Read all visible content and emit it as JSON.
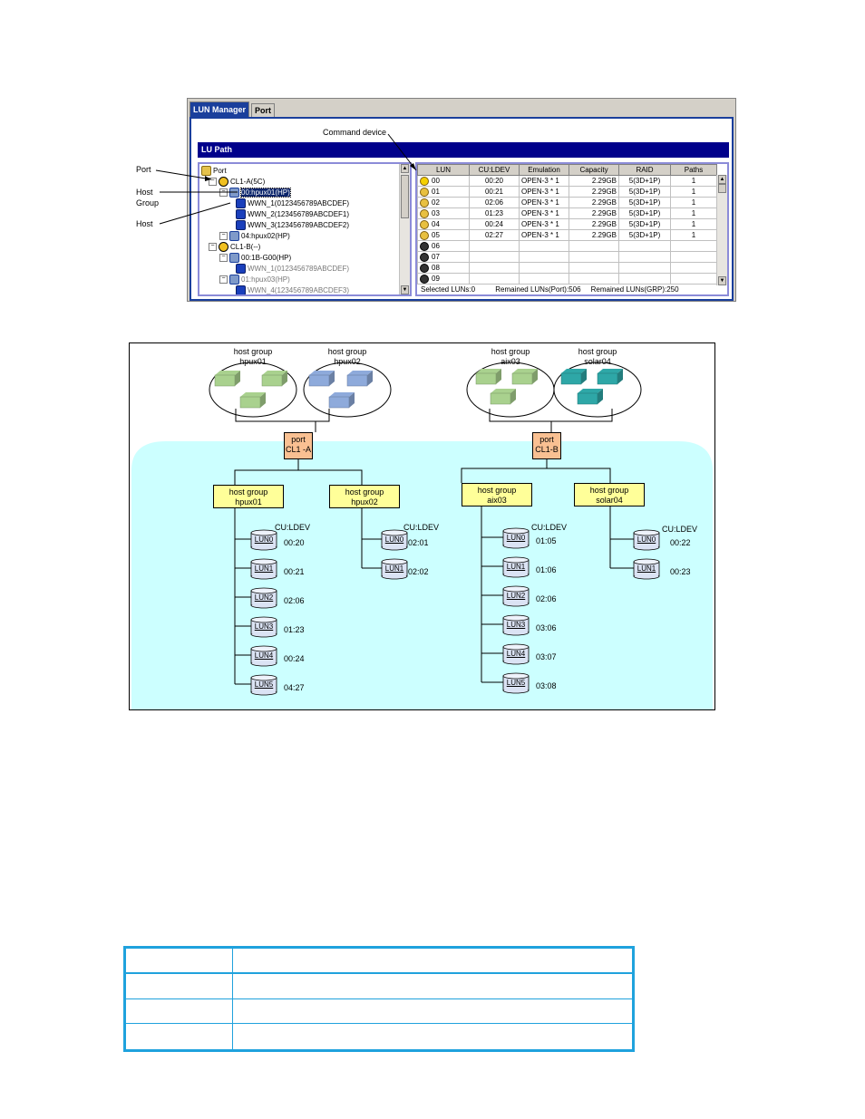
{
  "window": {
    "tabs": [
      {
        "label": "LUN Manager"
      },
      {
        "label": "Port"
      }
    ],
    "section_title": "LU Path",
    "command_device_label": "Command device"
  },
  "tree": [
    {
      "text": "Port",
      "icon": "port-folder-icon",
      "level": 0
    },
    {
      "text": "CL1-A(5C)",
      "icon": "port-icon",
      "level": 1
    },
    {
      "text": "00:hpux01(HP)",
      "icon": "host-group-icon",
      "level": 2,
      "selected": true
    },
    {
      "text": "WWN_1(0123456789ABCDEF)",
      "icon": "host-icon",
      "level": 3
    },
    {
      "text": "WWN_2(123456789ABCDEF1)",
      "icon": "host-icon",
      "level": 3
    },
    {
      "text": "WWN_3(123456789ABCDEF2)",
      "icon": "host-icon",
      "level": 3
    },
    {
      "text": "04:hpux02(HP)",
      "icon": "host-group-icon",
      "level": 2
    },
    {
      "text": "CL1-B(--)",
      "icon": "port-icon",
      "level": 1
    },
    {
      "text": "00:1B-G00(HP)",
      "icon": "host-group-icon",
      "level": 2
    },
    {
      "text": "WWN_1(0123456789ABCDEF)",
      "icon": "host-icon",
      "level": 3,
      "gray": true
    },
    {
      "text": "01:hpux03(HP)",
      "icon": "host-group-icon",
      "level": 2,
      "gray": true
    },
    {
      "text": "WWN_4(123456789ABCDEF3)",
      "icon": "host-icon",
      "level": 3,
      "gray": true
    }
  ],
  "grid": {
    "columns": [
      "LUN",
      "CU:LDEV",
      "Emulation",
      "Capacity",
      "RAID",
      "Paths"
    ],
    "rows": [
      {
        "lun": "00",
        "culdev": "00:20",
        "emu": "OPEN-3 * 1",
        "cap": "2.29GB",
        "raid": "5(3D+1P)",
        "paths": "1",
        "icon": "command-device"
      },
      {
        "lun": "01",
        "culdev": "00:21",
        "emu": "OPEN-3 * 1",
        "cap": "2.29GB",
        "raid": "5(3D+1P)",
        "paths": "1",
        "icon": "lun"
      },
      {
        "lun": "02",
        "culdev": "02:06",
        "emu": "OPEN-3 * 1",
        "cap": "2.29GB",
        "raid": "5(3D+1P)",
        "paths": "1",
        "icon": "lun"
      },
      {
        "lun": "03",
        "culdev": "01:23",
        "emu": "OPEN-3 * 1",
        "cap": "2.29GB",
        "raid": "5(3D+1P)",
        "paths": "1",
        "icon": "lun"
      },
      {
        "lun": "04",
        "culdev": "00:24",
        "emu": "OPEN-3 * 1",
        "cap": "2.29GB",
        "raid": "5(3D+1P)",
        "paths": "1",
        "icon": "lun"
      },
      {
        "lun": "05",
        "culdev": "02:27",
        "emu": "OPEN-3 * 1",
        "cap": "2.29GB",
        "raid": "5(3D+1P)",
        "paths": "1",
        "icon": "lun"
      },
      {
        "lun": "06",
        "culdev": "",
        "emu": "",
        "cap": "",
        "raid": "",
        "paths": "",
        "icon": "empty"
      },
      {
        "lun": "07",
        "culdev": "",
        "emu": "",
        "cap": "",
        "raid": "",
        "paths": "",
        "icon": "empty"
      },
      {
        "lun": "08",
        "culdev": "",
        "emu": "",
        "cap": "",
        "raid": "",
        "paths": "",
        "icon": "empty"
      },
      {
        "lun": "09",
        "culdev": "",
        "emu": "",
        "cap": "",
        "raid": "",
        "paths": "",
        "icon": "empty"
      }
    ],
    "status": {
      "selected": "Selected LUNs:0",
      "remained_port": "Remained LUNs(Port):506",
      "remained_grp": "Remained LUNs(GRP):250"
    }
  },
  "callouts": {
    "port": "Port",
    "host_group_1": "Host",
    "host_group_2": "Group",
    "host": "Host"
  },
  "diagram": {
    "host_groups_top": [
      {
        "line1": "host group",
        "line2": "hpux01",
        "color": "#a9d18e"
      },
      {
        "line1": "host group",
        "line2": "hpux02",
        "color": "#8eaadb"
      },
      {
        "line1": "host group",
        "line2": "aix03",
        "color": "#a9d18e"
      },
      {
        "line1": "host group",
        "line2": "solar04",
        "color": "#2ea7a7"
      }
    ],
    "ports": [
      {
        "line1": "port",
        "line2": "CL1 -A"
      },
      {
        "line1": "port",
        "line2": "CL1-B"
      }
    ],
    "groups": [
      {
        "line1": "host group",
        "line2": "hpux01",
        "header": "CU:LDEV",
        "luns": [
          {
            "name": "LUN0",
            "ldev": "00:20"
          },
          {
            "name": "LUN1",
            "ldev": "00:21"
          },
          {
            "name": "LUN2",
            "ldev": "02:06"
          },
          {
            "name": "LUN3",
            "ldev": "01:23"
          },
          {
            "name": "LUN4",
            "ldev": "00:24"
          },
          {
            "name": "LUN5",
            "ldev": "04:27"
          }
        ]
      },
      {
        "line1": "host group",
        "line2": "hpux02",
        "header": "CU:LDEV",
        "luns": [
          {
            "name": "LUN0",
            "ldev": "02:01"
          },
          {
            "name": "LUN1",
            "ldev": "02:02"
          }
        ]
      },
      {
        "line1": "host group",
        "line2": "aix03",
        "header": "CU:LDEV",
        "luns": [
          {
            "name": "LUN0",
            "ldev": "01:05"
          },
          {
            "name": "LUN1",
            "ldev": "01:06"
          },
          {
            "name": "LUN2",
            "ldev": "02:06"
          },
          {
            "name": "LUN3",
            "ldev": "03:06"
          },
          {
            "name": "LUN4",
            "ldev": "03:07"
          },
          {
            "name": "LUN5",
            "ldev": "03:08"
          }
        ]
      },
      {
        "line1": "host group",
        "line2": "solar04",
        "header": "CU:LDEV",
        "luns": [
          {
            "name": "LUN0",
            "ldev": "00:22"
          },
          {
            "name": "LUN1",
            "ldev": "00:23"
          }
        ]
      }
    ]
  }
}
